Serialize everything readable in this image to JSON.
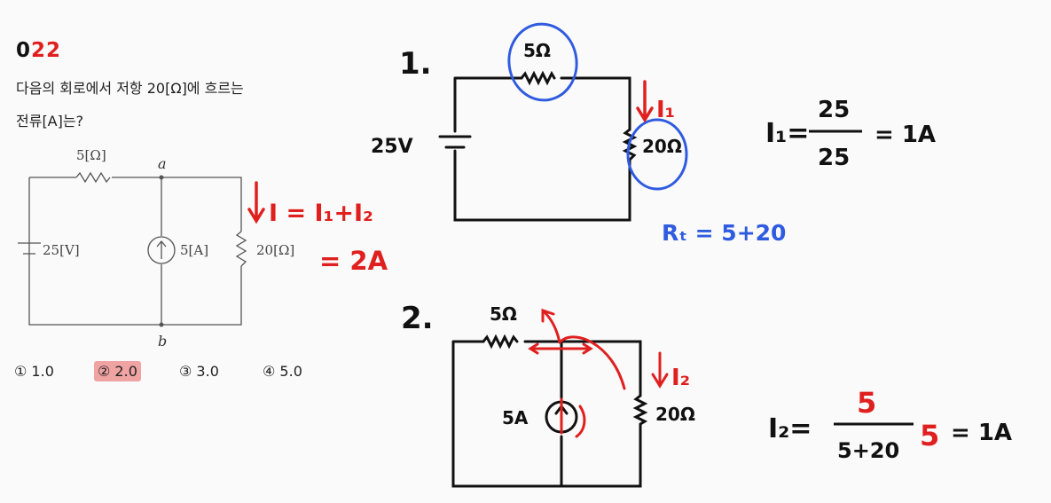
{
  "problem": {
    "number_prefix": "0",
    "number_suffix": "22",
    "question_line1": "다음의 회로에서 저항 20[Ω]에 흐르는",
    "question_line2": "전류[A]는?"
  },
  "circuit": {
    "r1_label": "5[Ω]",
    "node_a": "a",
    "node_b": "b",
    "source_v_label": "25[V]",
    "source_i_label": "5[A]",
    "r2_label": "20[Ω]"
  },
  "choices": [
    {
      "label": "① 1.0",
      "selected": false
    },
    {
      "label": "② 2.0",
      "selected": true
    },
    {
      "label": "③ 3.0",
      "selected": false
    },
    {
      "label": "④ 5.0",
      "selected": false
    }
  ],
  "notes": {
    "total_eq": "I = I₁+I₂",
    "total_val": "= 2A",
    "step1_num": "1.",
    "step1_r1": "5Ω",
    "step1_v": "25V",
    "step1_i": "I₁",
    "step1_r2": "20Ω",
    "step1_calc_lhs": "I₁=",
    "step1_calc_num": "25",
    "step1_calc_den": "25",
    "step1_calc_res": "= 1A",
    "step1_rt": "Rₜ = 5+20",
    "step2_num": "2.",
    "step2_r1": "5Ω",
    "step2_src": "5A",
    "step2_i": "I₂",
    "step2_r2": "20Ω",
    "step2_calc_lhs": "I₂=",
    "step2_calc_num": "5",
    "step2_calc_den": "5+20",
    "step2_calc_mult": "5",
    "step2_calc_res": "= 1A"
  },
  "colors": {
    "red": "#e0201f",
    "blue": "#2f5be0",
    "ink": "#111111",
    "highlight": "#f0a3a3"
  }
}
